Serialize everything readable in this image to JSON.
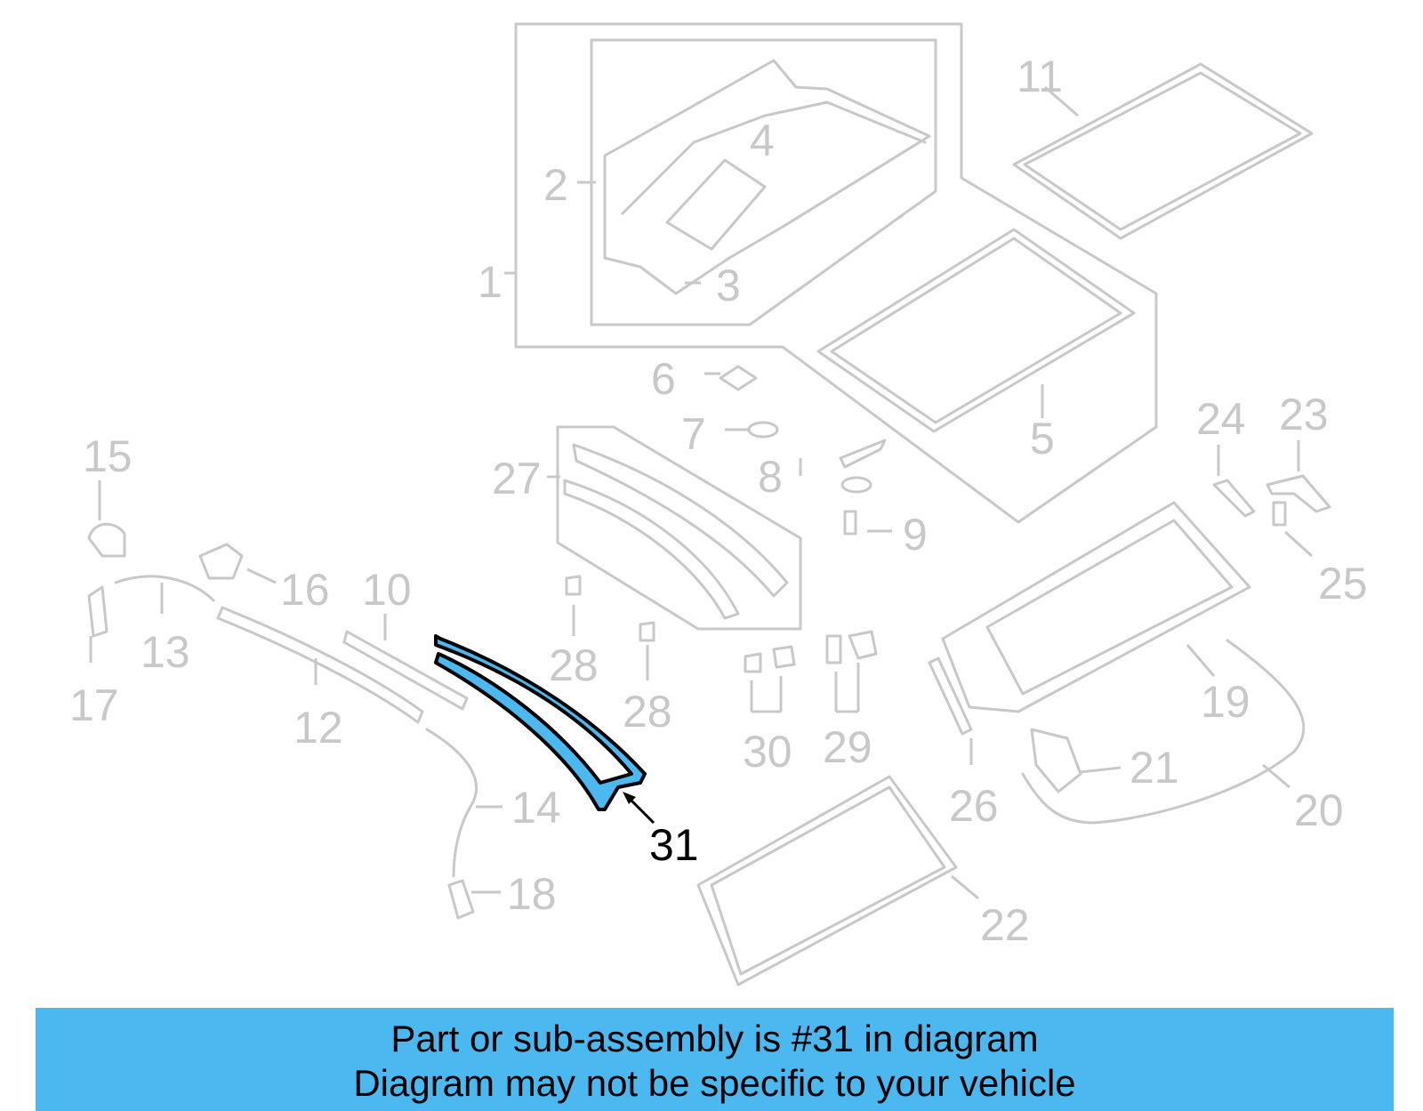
{
  "diagram": {
    "highlighted_part": "31",
    "highlight_color": "#4cb8f0",
    "muted_color": "#c8c8c8",
    "callouts": {
      "c1": "1",
      "c2": "2",
      "c3": "3",
      "c4": "4",
      "c5": "5",
      "c6": "6",
      "c7": "7",
      "c8": "8",
      "c9": "9",
      "c10": "10",
      "c11": "11",
      "c12": "12",
      "c13": "13",
      "c14": "14",
      "c15": "15",
      "c16": "16",
      "c17": "17",
      "c18": "18",
      "c19": "19",
      "c20": "20",
      "c21": "21",
      "c22": "22",
      "c23": "23",
      "c24": "24",
      "c25": "25",
      "c26": "26",
      "c27": "27",
      "c28a": "28",
      "c28b": "28",
      "c29": "29",
      "c30": "30",
      "c31": "31"
    }
  },
  "banner": {
    "line1": "Part or sub-assembly is #31 in diagram",
    "line2": "Diagram may not be specific to your vehicle"
  }
}
